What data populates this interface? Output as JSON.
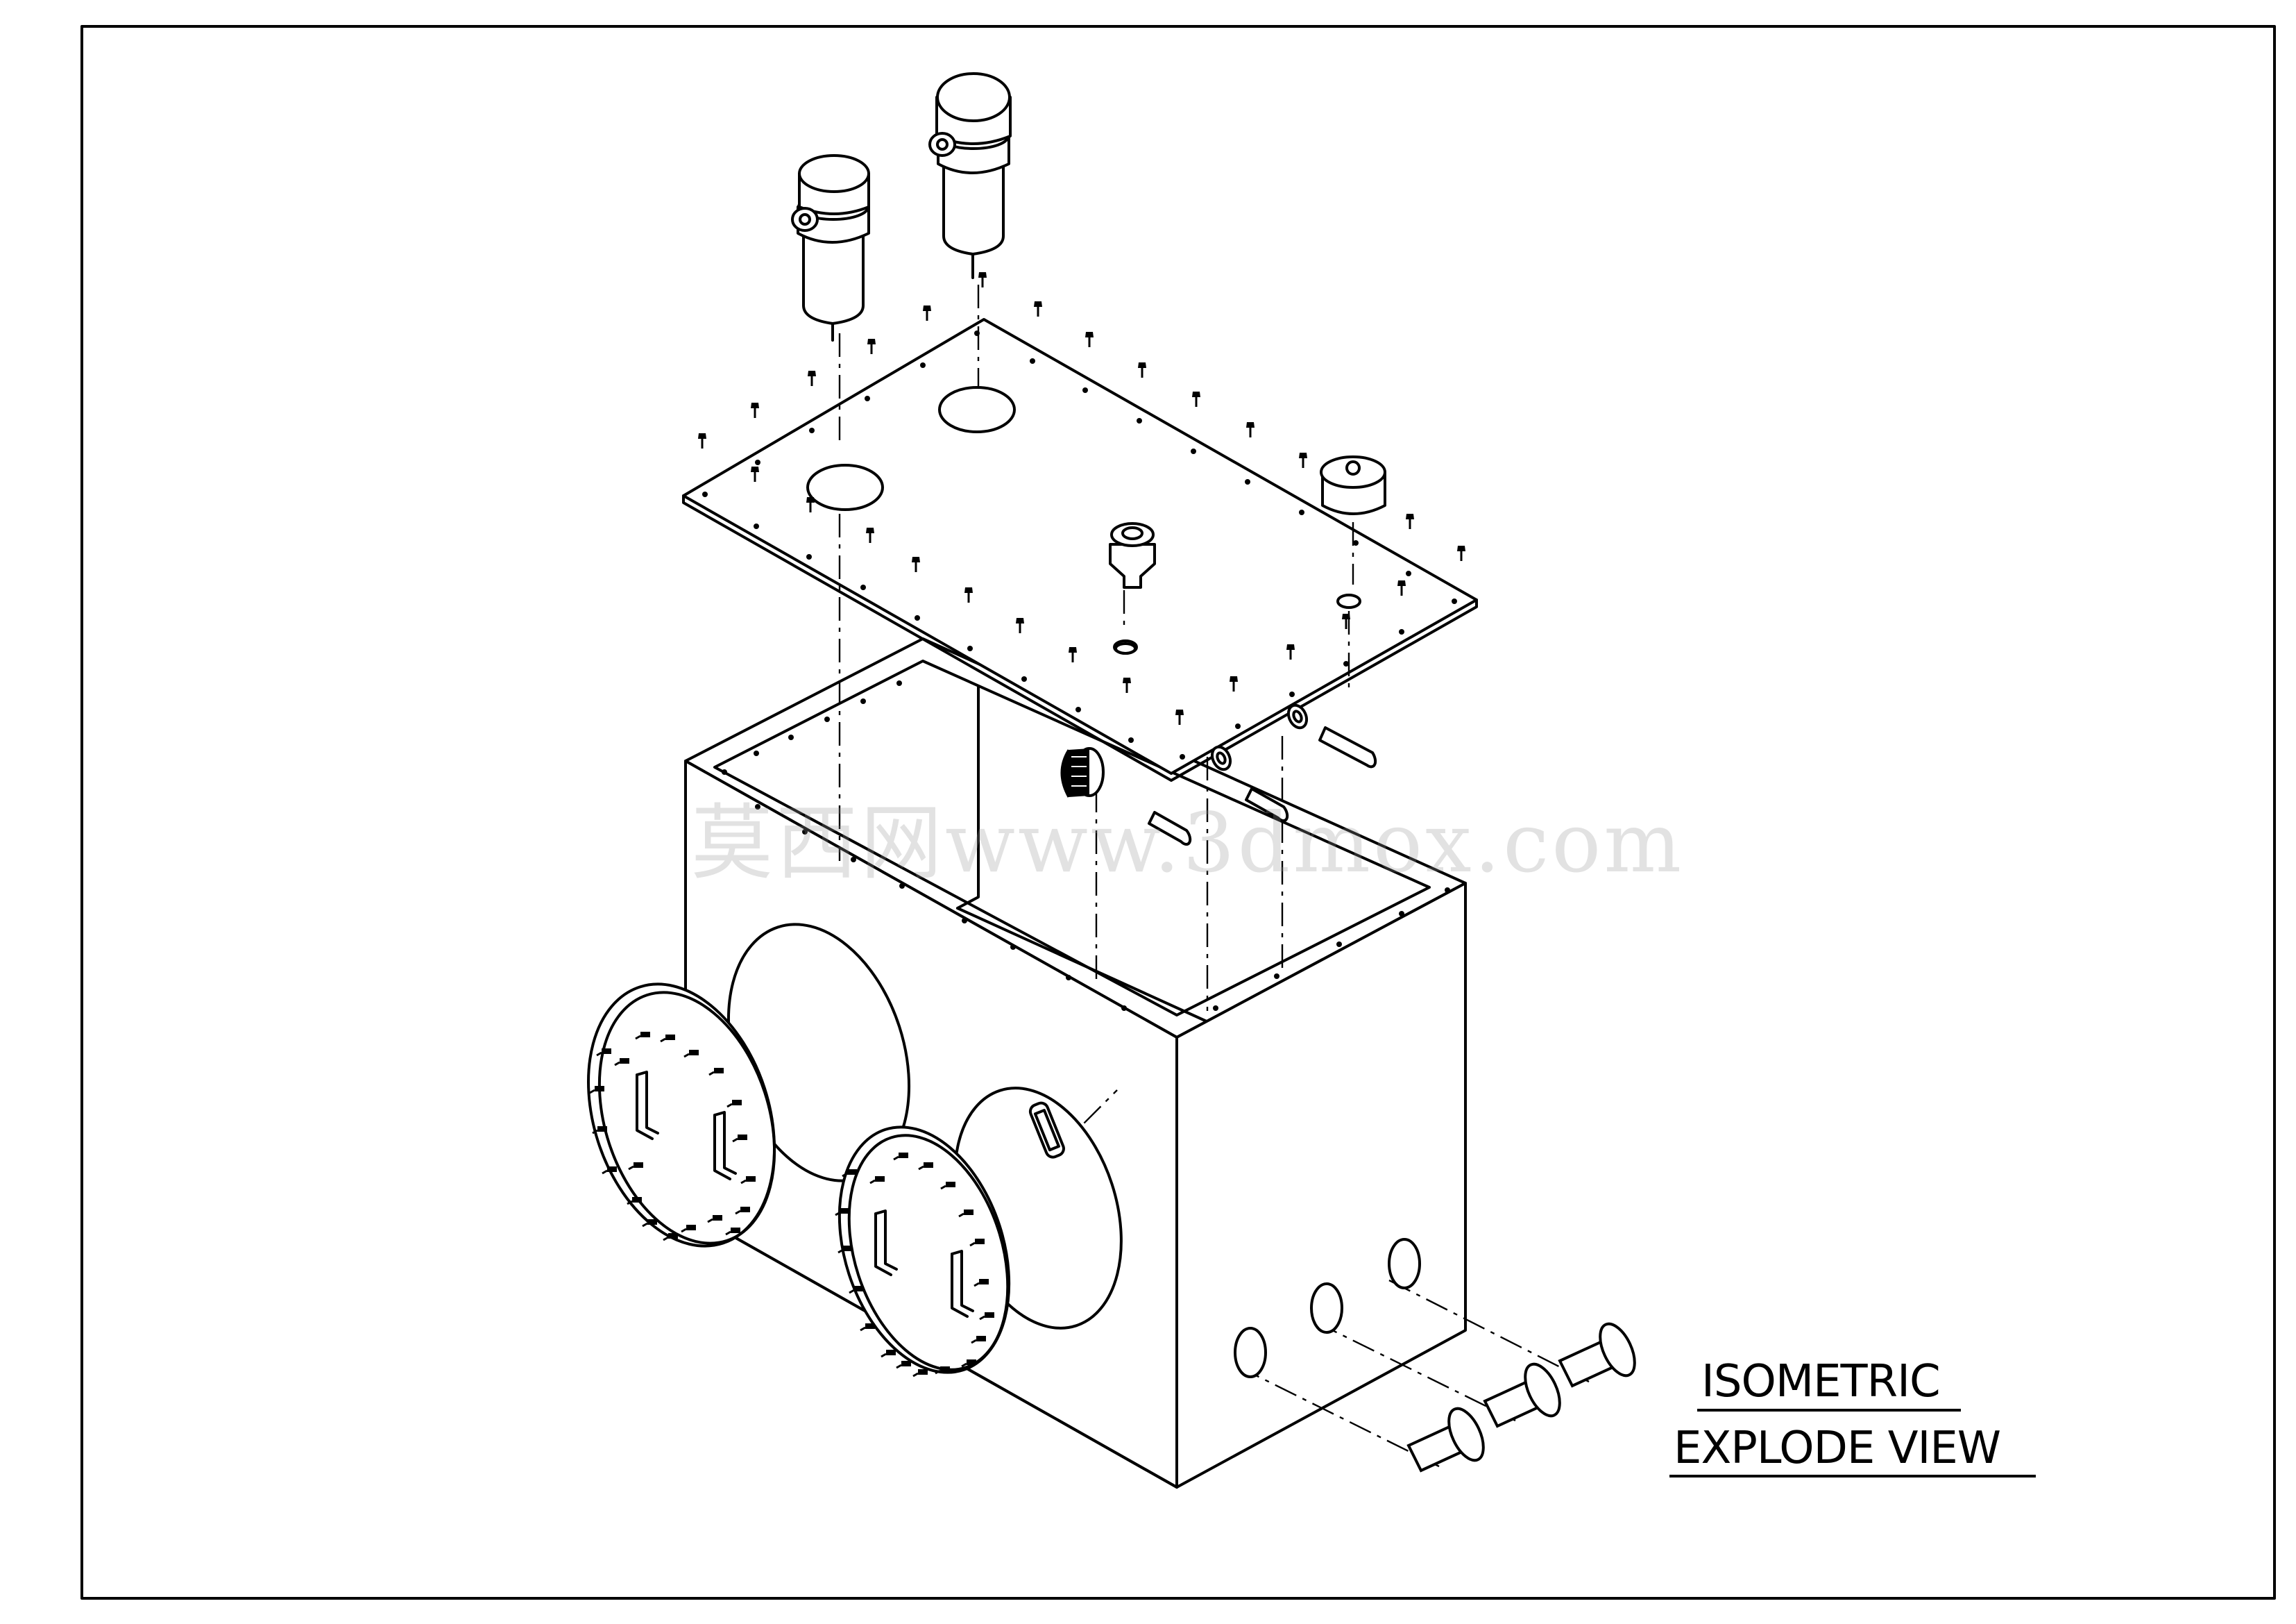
{
  "drawing": {
    "title_line_1": "ISOMETRIC",
    "title_line_2": "EXPLODE VIEW",
    "watermark": "莫西网www.3dmox.com",
    "line_color": "#000000",
    "background_color": "#ffffff"
  }
}
